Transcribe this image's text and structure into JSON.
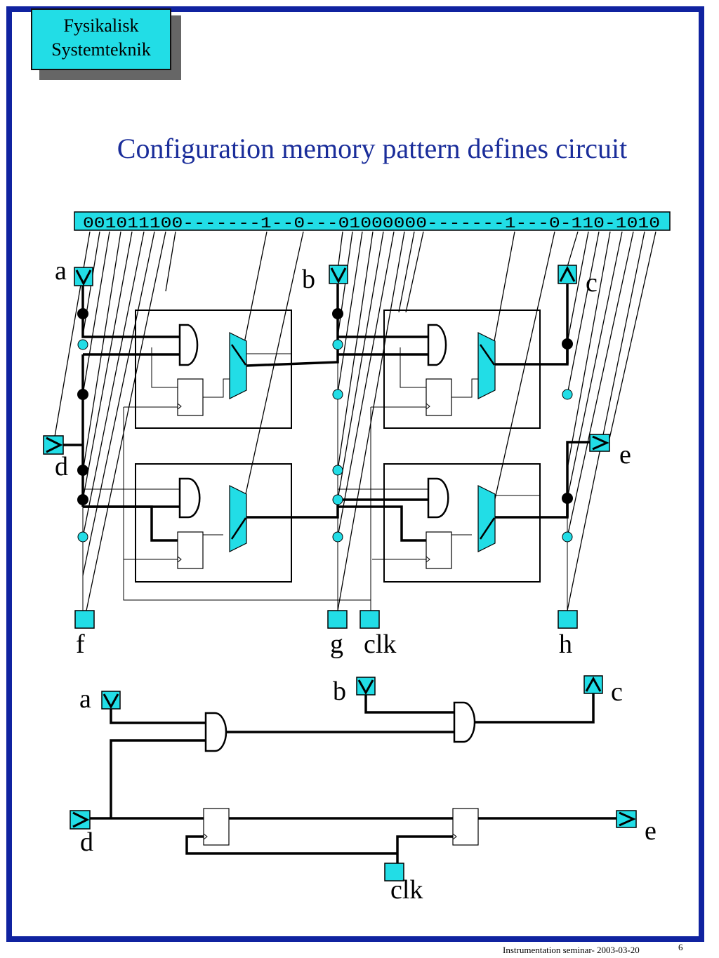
{
  "badge": {
    "line1": "Fysikalisk",
    "line2": "Systemteknik"
  },
  "title": "Configuration memory pattern defines circuit",
  "config_bits": "001011100-------1--0---01000000-------1---0-110-1010",
  "labels": {
    "a": "a",
    "b": "b",
    "c": "c",
    "d": "d",
    "e": "e",
    "f": "f",
    "g": "g",
    "h": "h",
    "clk": "clk",
    "a2": "a",
    "b2": "b",
    "c2": "c",
    "d2": "d",
    "e2": "e",
    "clk2": "clk"
  },
  "footer": "Instrumentation seminar- 2003-03-20",
  "page_number": "6",
  "colors": {
    "frame": "#1023a0",
    "accent": "#22dde6",
    "title": "#1a2d9a"
  }
}
